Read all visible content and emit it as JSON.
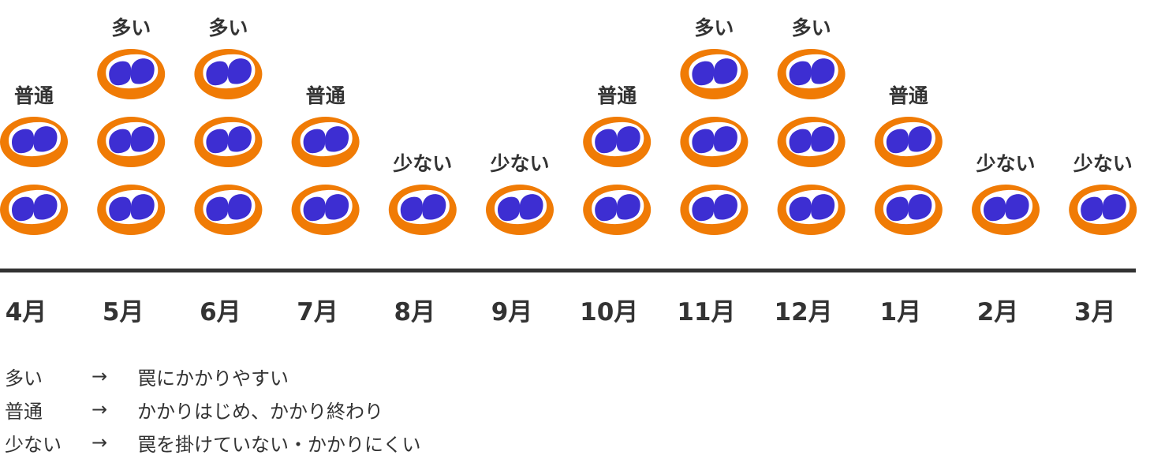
{
  "chart_data": {
    "type": "pictogram",
    "x_axis": {
      "label": "",
      "tick_labels": [
        "4月",
        "5月",
        "6月",
        "7月",
        "8月",
        "9月",
        "10月",
        "11月",
        "12月",
        "1月",
        "2月",
        "3月"
      ]
    },
    "categories": [
      "4月",
      "5月",
      "6月",
      "7月",
      "8月",
      "9月",
      "10月",
      "11月",
      "12月",
      "1月",
      "2月",
      "3月"
    ],
    "values": [
      2,
      3,
      3,
      2,
      1,
      1,
      2,
      3,
      3,
      2,
      1,
      1
    ],
    "value_labels": [
      "普通",
      "多い",
      "多い",
      "普通",
      "少ない",
      "少ない",
      "普通",
      "多い",
      "多い",
      "普通",
      "少ない",
      "少ない"
    ],
    "legend_placement": "bottom-left",
    "grid": false,
    "colors": {
      "icon_outer": "#f07b05",
      "icon_inner": "#ffffff",
      "icon_fill": "#3d2ed2",
      "axis": "#333333",
      "text": "#333333"
    },
    "icon": "meat-slice-icon"
  },
  "legend": {
    "items": [
      {
        "term": "多い",
        "arrow": "→",
        "description": "罠にかかりやすい"
      },
      {
        "term": "普通",
        "arrow": "→",
        "description": "かかりはじめ、かかり終わり"
      },
      {
        "term": "少ない",
        "arrow": "→",
        "description": "罠を掛けていない・かかりにくい"
      }
    ]
  }
}
